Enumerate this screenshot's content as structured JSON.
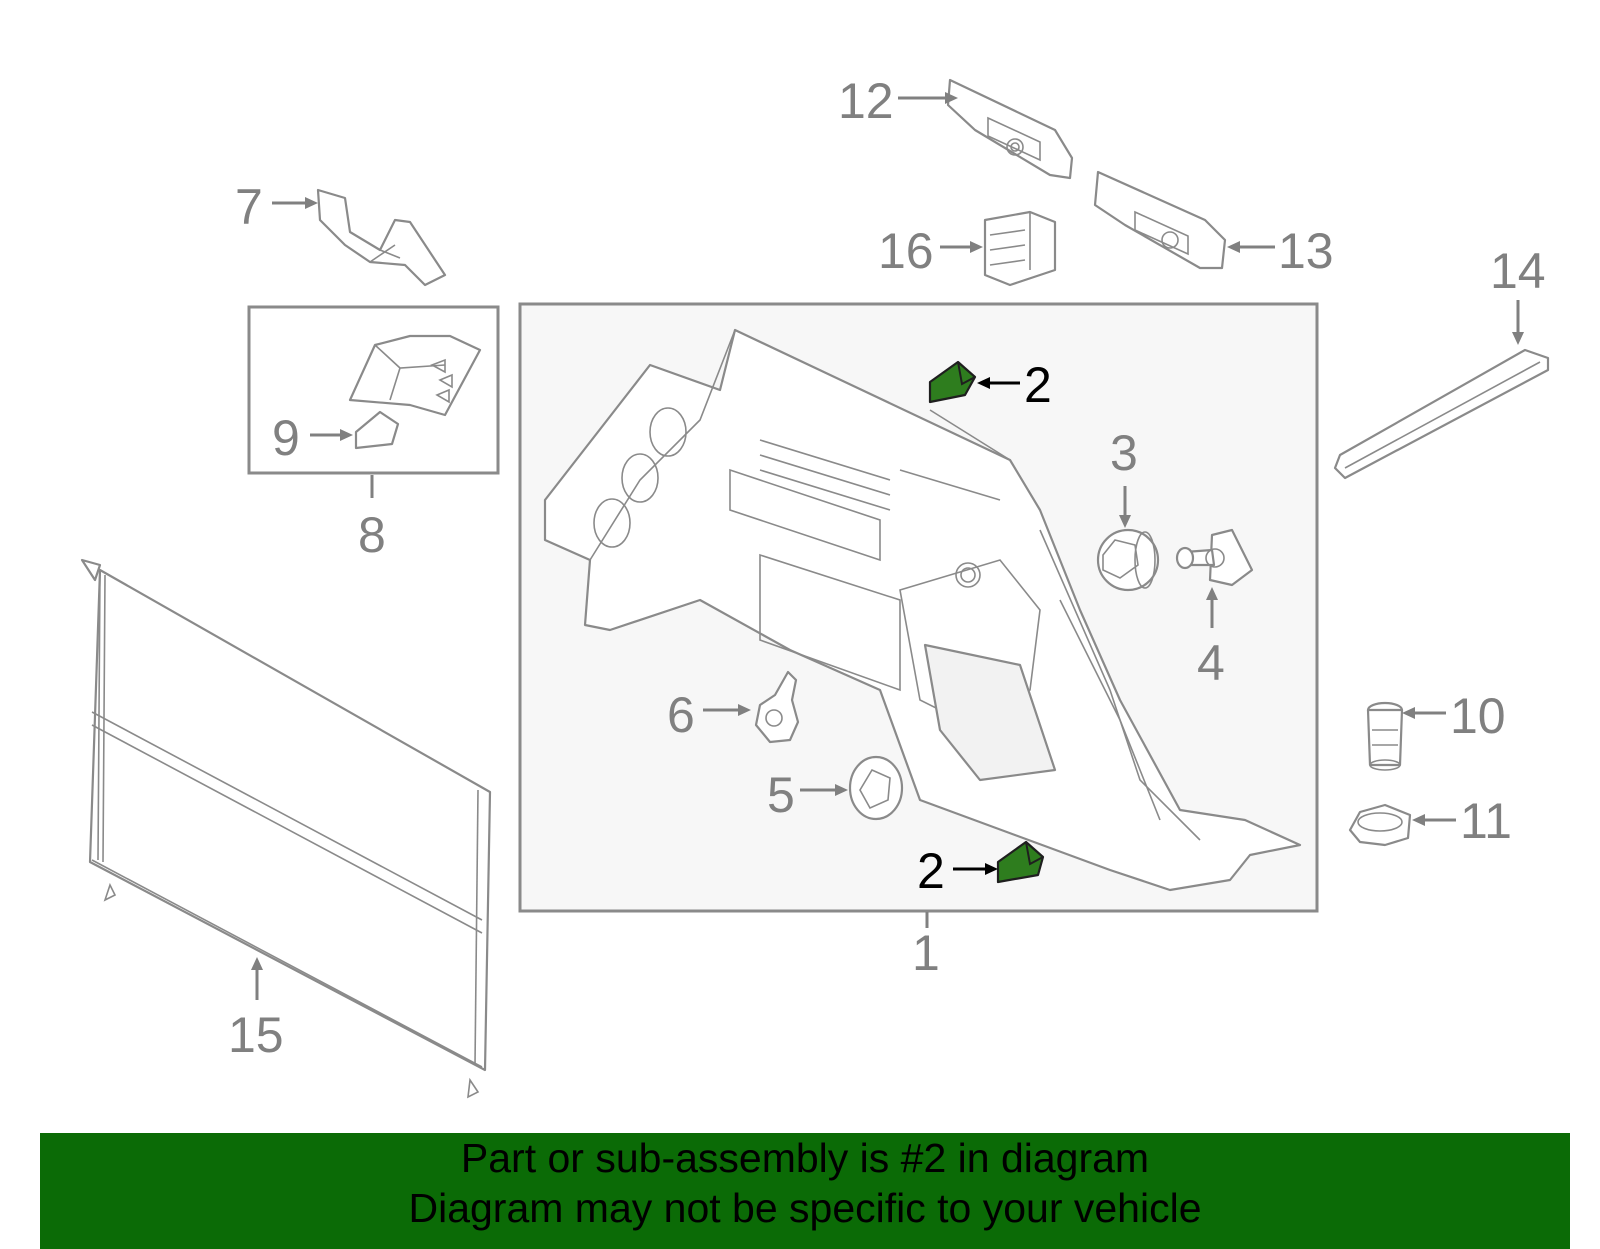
{
  "diagram": {
    "callouts": [
      {
        "id": "label-1",
        "text": "1"
      },
      {
        "id": "label-2-top",
        "text": "2"
      },
      {
        "id": "label-2-bottom",
        "text": "2"
      },
      {
        "id": "label-3",
        "text": "3"
      },
      {
        "id": "label-4",
        "text": "4"
      },
      {
        "id": "label-5",
        "text": "5"
      },
      {
        "id": "label-6",
        "text": "6"
      },
      {
        "id": "label-7",
        "text": "7"
      },
      {
        "id": "label-8",
        "text": "8"
      },
      {
        "id": "label-9",
        "text": "9"
      },
      {
        "id": "label-10",
        "text": "10"
      },
      {
        "id": "label-11",
        "text": "11"
      },
      {
        "id": "label-12",
        "text": "12"
      },
      {
        "id": "label-13",
        "text": "13"
      },
      {
        "id": "label-14",
        "text": "14"
      },
      {
        "id": "label-15",
        "text": "15"
      },
      {
        "id": "label-16",
        "text": "16"
      }
    ],
    "highlight_color": "#2e7d1e",
    "label_color": "#808080"
  },
  "footer": {
    "line1": "Part or sub-assembly is #2 in diagram",
    "line2": "Diagram may not be specific to your vehicle",
    "background": "#0b6b06"
  }
}
